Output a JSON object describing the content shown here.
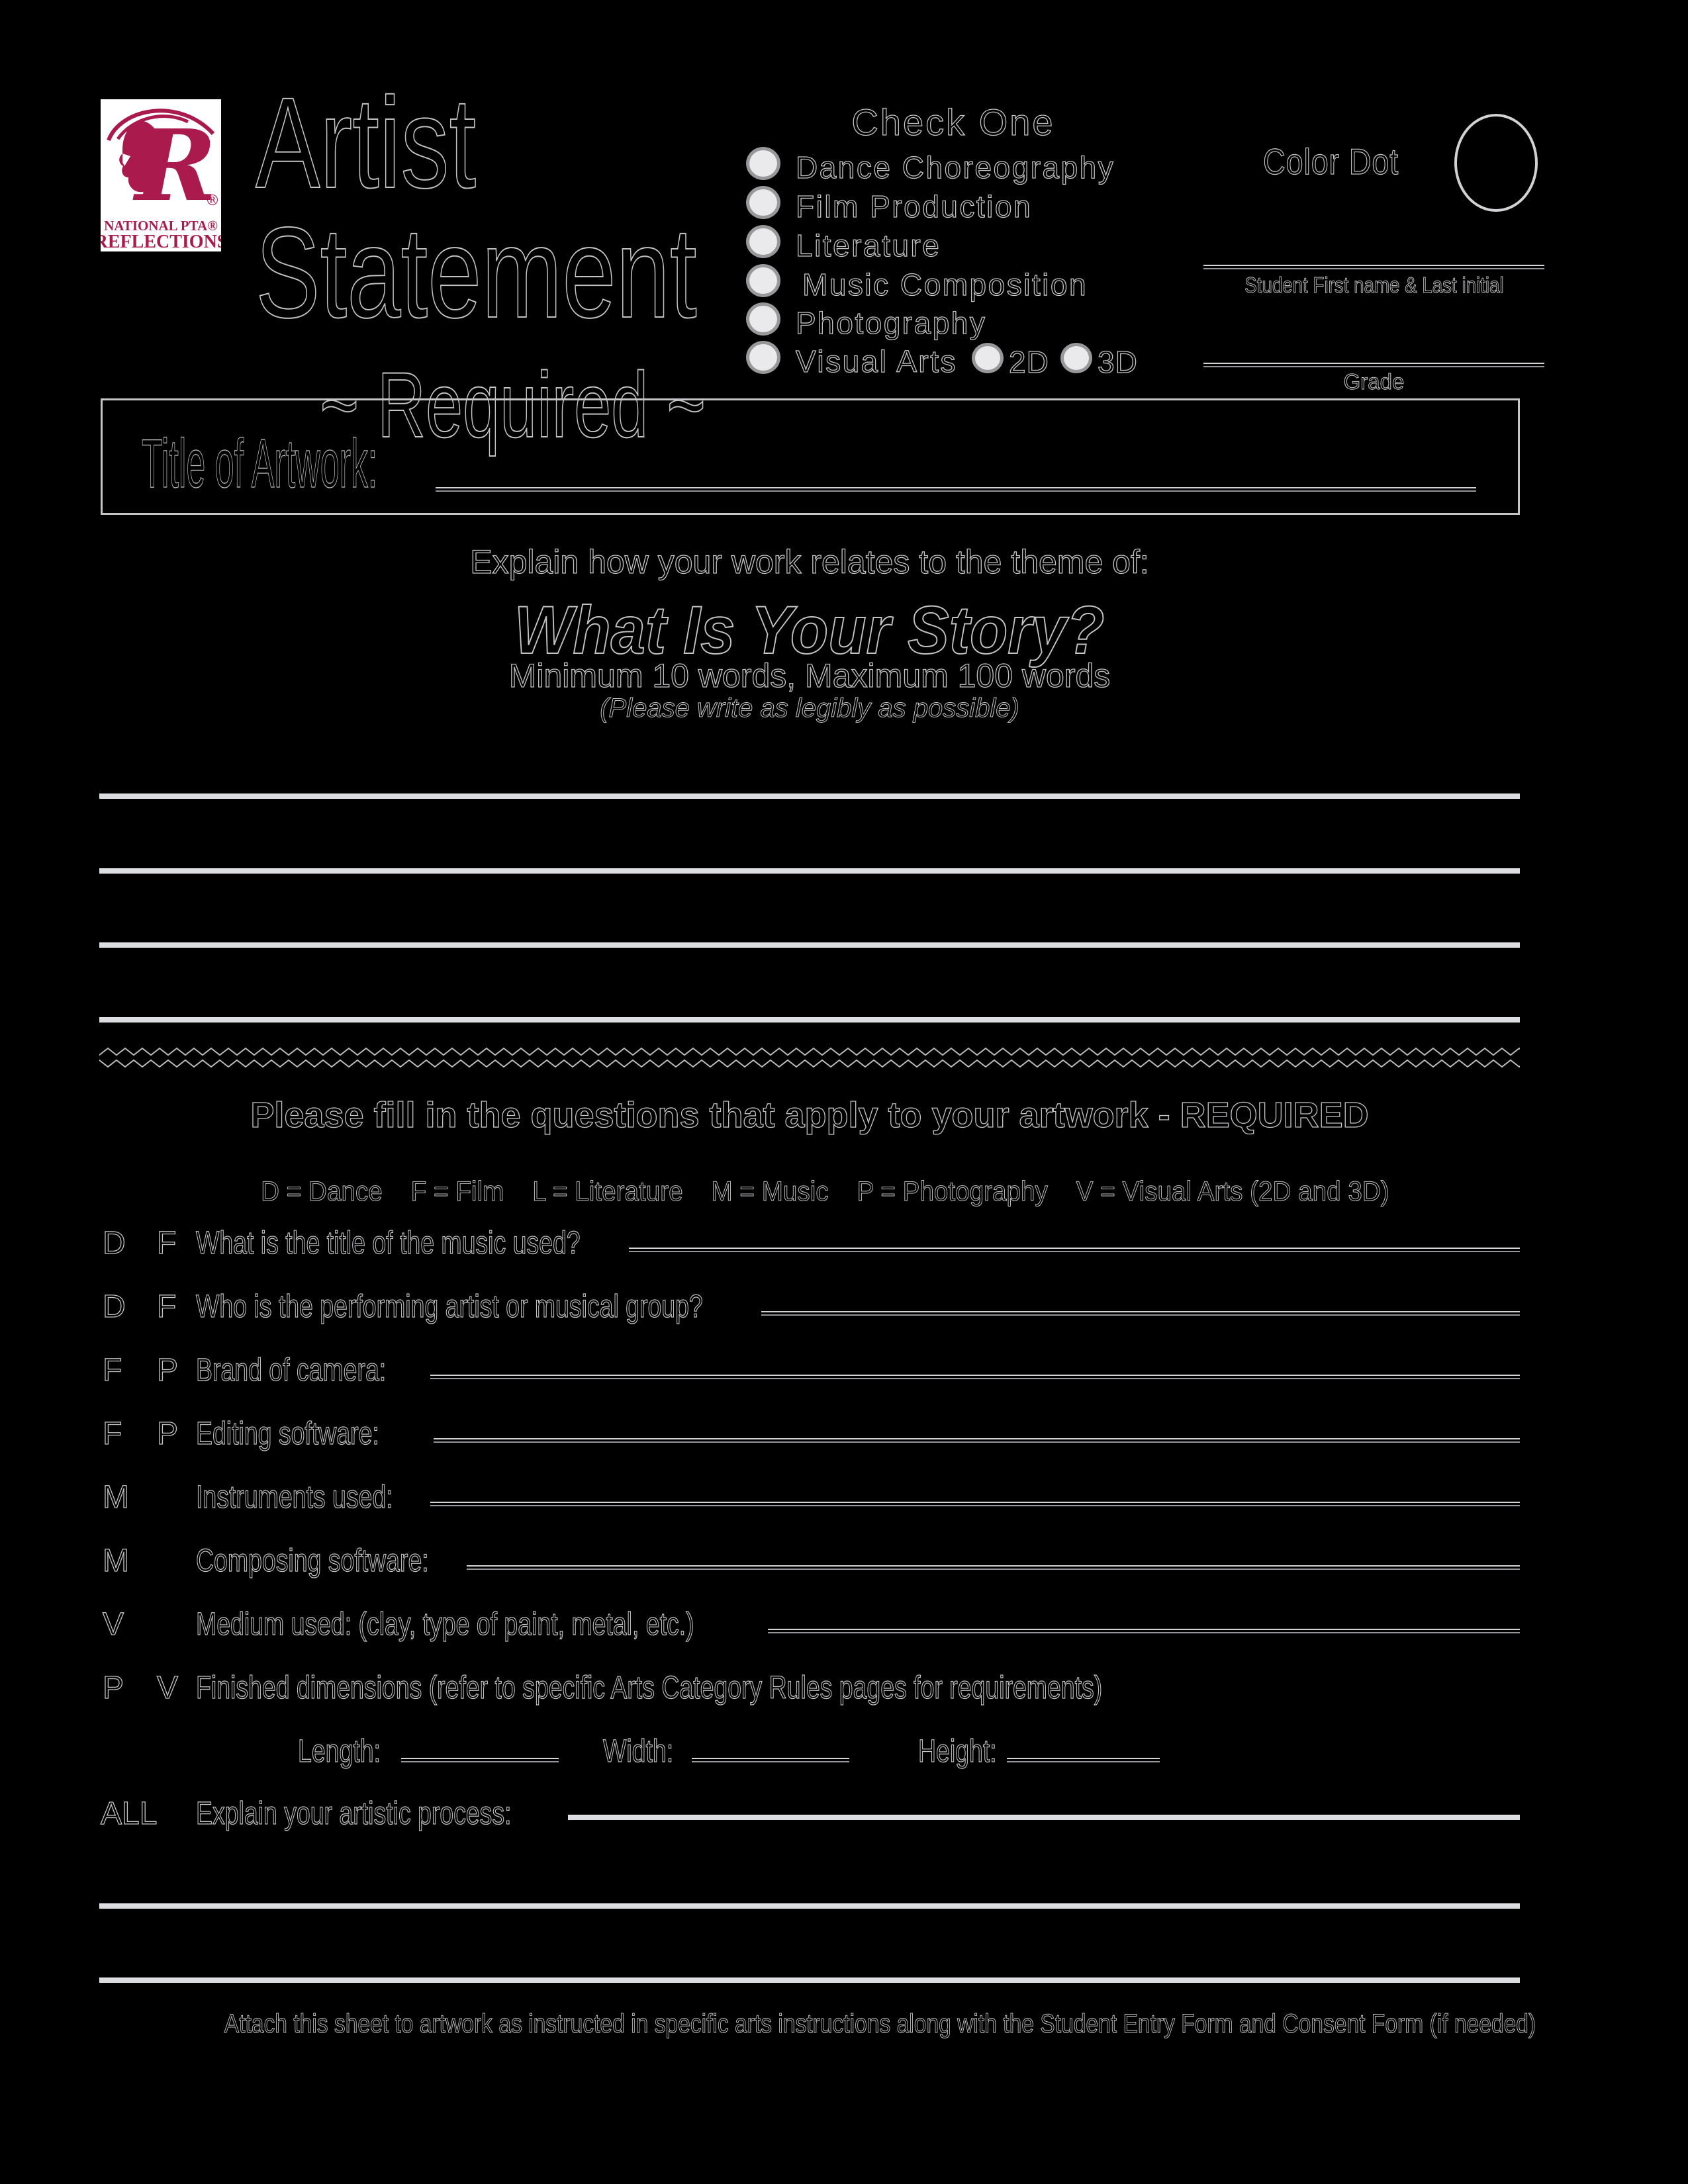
{
  "logo": {
    "monogram": "R",
    "reg_mark": "®",
    "org": "NATIONAL PTA®",
    "program": "REFLECTIONS",
    "brand_color": "#AB1A4D"
  },
  "header": {
    "title_line1": "Artist",
    "title_line2": "Statement",
    "subtitle": "~ Required ~"
  },
  "check_one": {
    "title": "Check One",
    "options": [
      "Dance Choreography",
      "Film Production",
      "Literature",
      "Music Composition",
      "Photography",
      "Visual Arts"
    ],
    "visual_arts_sub": [
      "2D",
      "3D"
    ]
  },
  "student": {
    "color_dot_label": "Color Dot",
    "name_label": "Student First name & Last initial",
    "grade_label": "Grade"
  },
  "artwork": {
    "title_label": "Title of Artwork:"
  },
  "theme": {
    "prompt": "Explain how your work relates to the theme of:",
    "theme_title": "What Is Your Story?",
    "word_limits": "Minimum 10 words, Maximum 100 words",
    "legibility_note": "(Please write as legibly as possible)"
  },
  "questions": {
    "heading": "Please fill in the questions that apply to your artwork - REQUIRED",
    "legend": "D = Dance    F = Film    L = Literature    M = Music    P = Photography    V = Visual Arts (2D and 3D)",
    "items": [
      {
        "codes": [
          "D",
          "F"
        ],
        "text": "What is the title of the music used?"
      },
      {
        "codes": [
          "D",
          "F"
        ],
        "text": "Who is the performing artist or musical group?"
      },
      {
        "codes": [
          "F",
          "P"
        ],
        "text": "Brand of camera:"
      },
      {
        "codes": [
          "F",
          "P"
        ],
        "text": "Editing software:"
      },
      {
        "codes": [
          "M"
        ],
        "text": "Instruments used:"
      },
      {
        "codes": [
          "M"
        ],
        "text": "Composing software:"
      },
      {
        "codes": [
          "V"
        ],
        "text": "Medium used: (clay, type of paint, metal, etc.)"
      },
      {
        "codes": [
          "P",
          "V"
        ],
        "text": "Finished dimensions (refer to specific Arts Category Rules pages for requirements)"
      },
      {
        "codes": [
          "ALL"
        ],
        "text": "Explain your artistic process:"
      }
    ],
    "dimensions": {
      "length_label": "Length:",
      "width_label": "Width:",
      "height_label": "Height:"
    }
  },
  "footer": {
    "note": "Attach this sheet to artwork as instructed in specific arts instructions along with the Student Entry Form and Consent Form (if needed)"
  }
}
